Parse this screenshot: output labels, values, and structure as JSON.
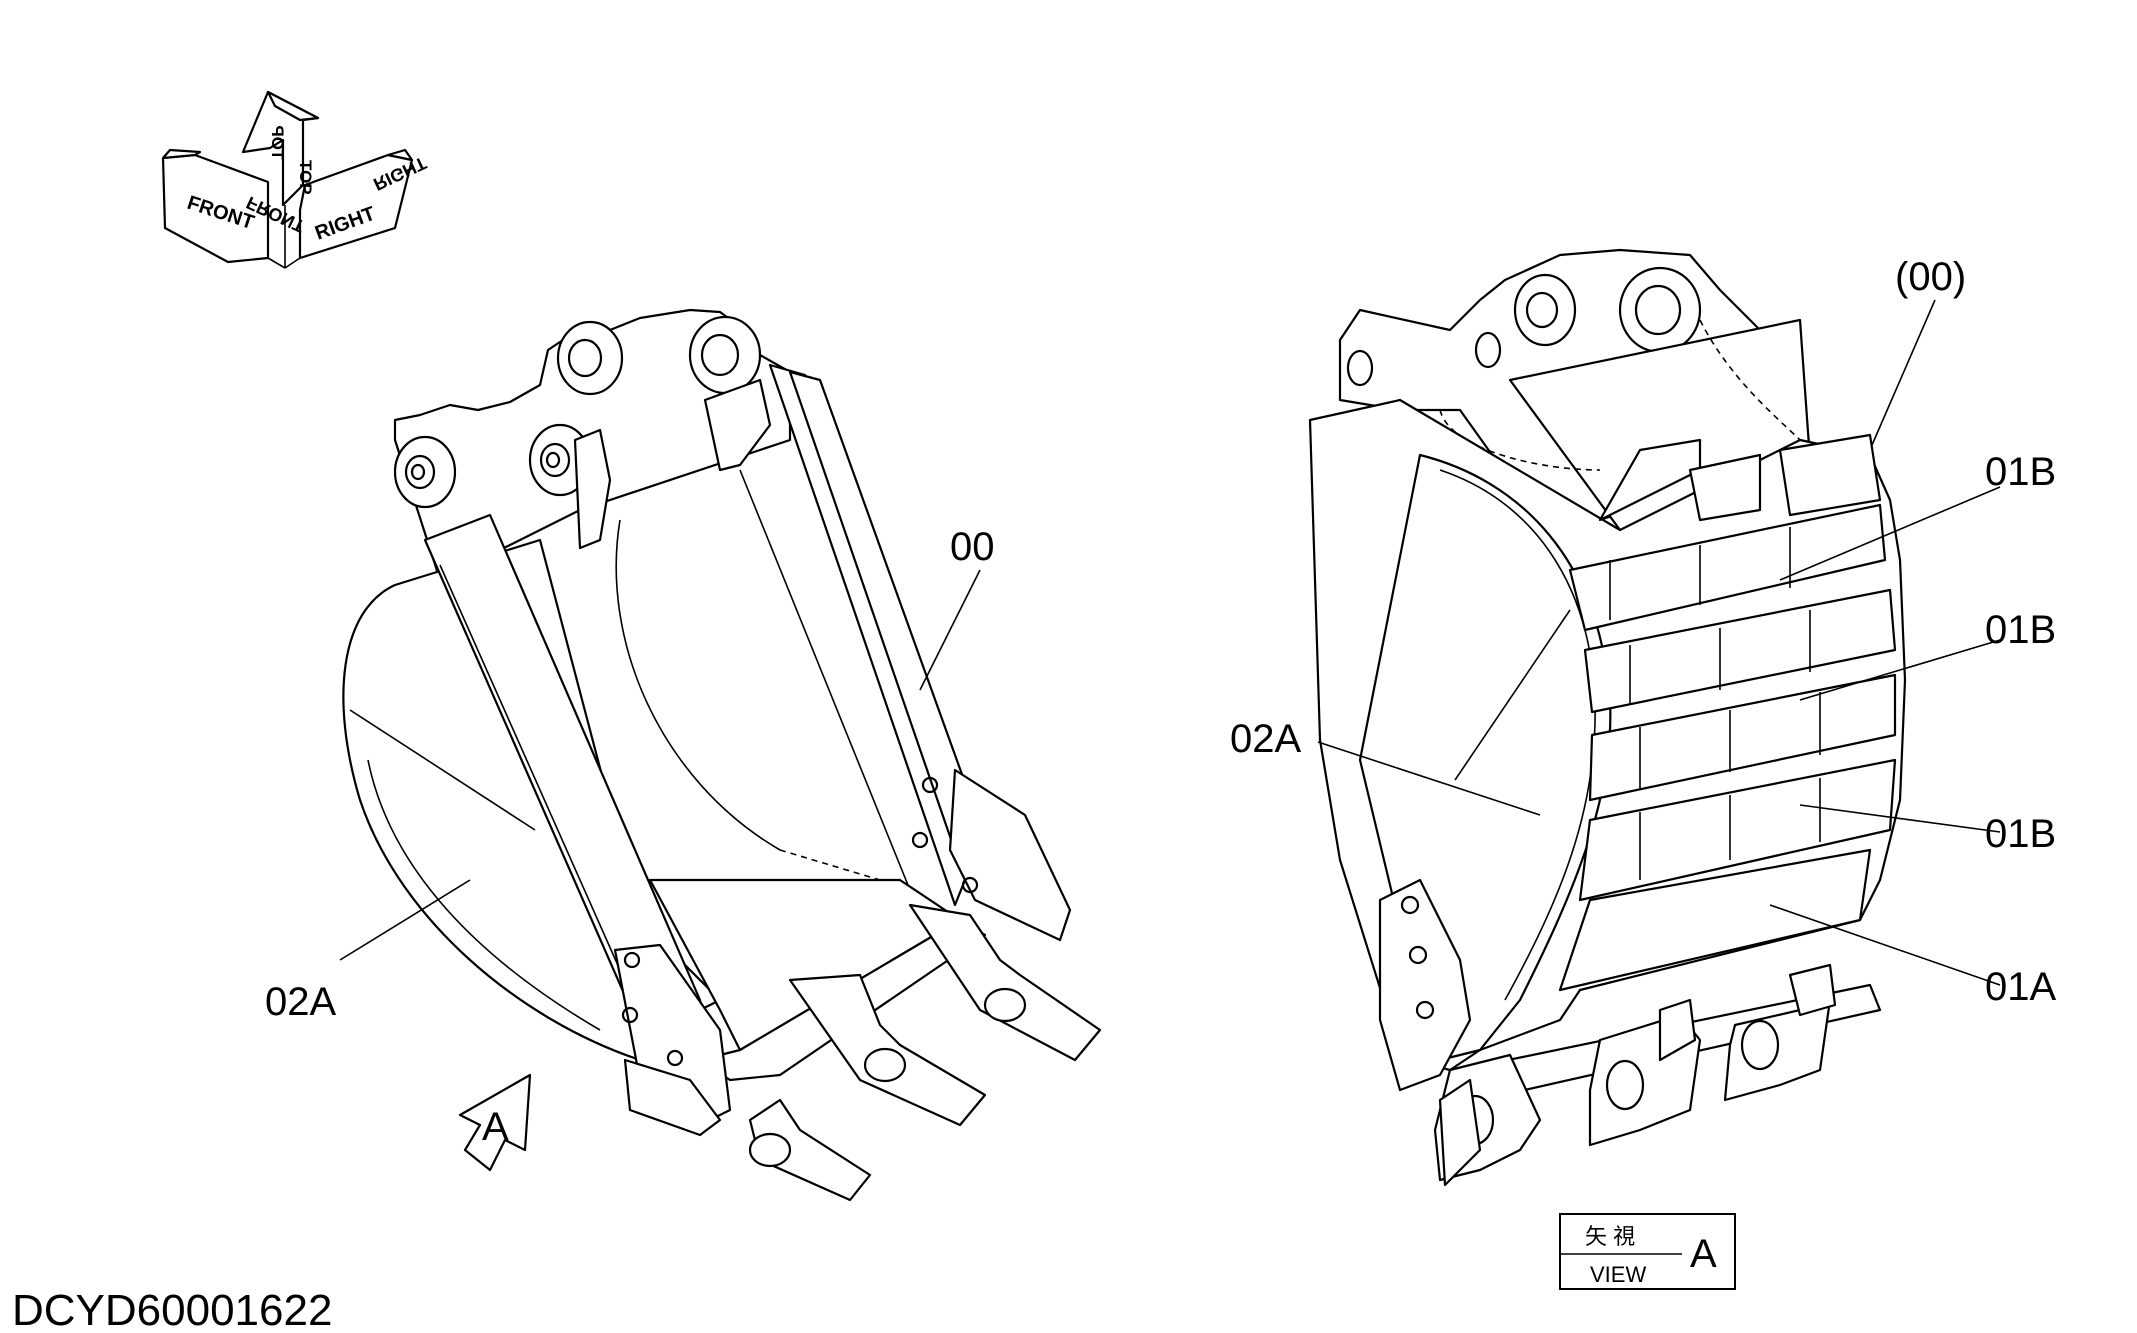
{
  "orientation": {
    "front": "FRONT",
    "top": "TOP",
    "right": "RIGHT"
  },
  "left_view": {
    "labels": {
      "body": "00",
      "side_plate": "02A"
    },
    "view_marker": "A"
  },
  "right_view": {
    "labels": {
      "body": "(00)",
      "wear_plate_upper": "01B",
      "wear_plate_middle": "01B",
      "wear_plate_lower": "01B",
      "wear_plate_bottom": "01A",
      "side_plate": "02A"
    }
  },
  "view_box": {
    "kanji": "矢 視",
    "view": "VIEW",
    "letter": "A"
  },
  "drawing_id": "DCYD60001622"
}
